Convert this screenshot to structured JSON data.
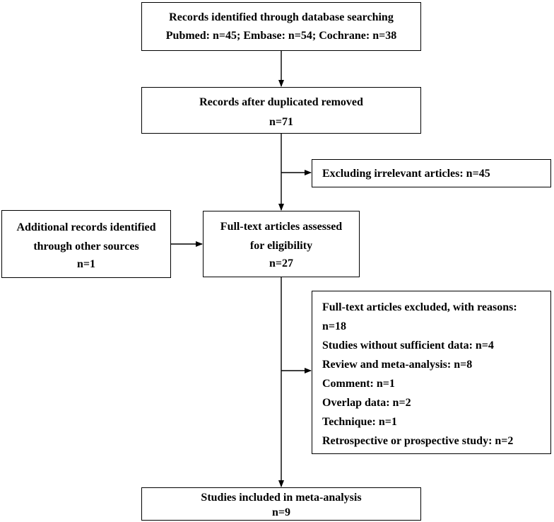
{
  "boxes": {
    "identified": {
      "title": "Records identified through database searching",
      "detail": "Pubmed: n=45; Embase: n=54; Cochrane: n=38"
    },
    "after_duplicates": {
      "title": "Records after duplicated removed",
      "count": "n=71"
    },
    "excluded_irrelevant": {
      "text": "Excluding irrelevant articles: n=45"
    },
    "additional": {
      "line1": "Additional records identified",
      "line2": "through other sources",
      "count": "n=1"
    },
    "full_text": {
      "line1": "Full-text articles assessed",
      "line2": "for eligibility",
      "count": "n=27"
    },
    "full_text_excluded": {
      "title": "Full-text articles excluded, with reasons:",
      "count": "n=18",
      "reasons": [
        "Studies without sufficient data: n=4",
        "Review and meta-analysis: n=8",
        "Comment: n=1",
        "Overlap data: n=2",
        "Technique: n=1",
        "Retrospective or prospective study: n=2"
      ]
    },
    "included": {
      "title": "Studies included in meta-analysis",
      "count": "n=9"
    }
  }
}
